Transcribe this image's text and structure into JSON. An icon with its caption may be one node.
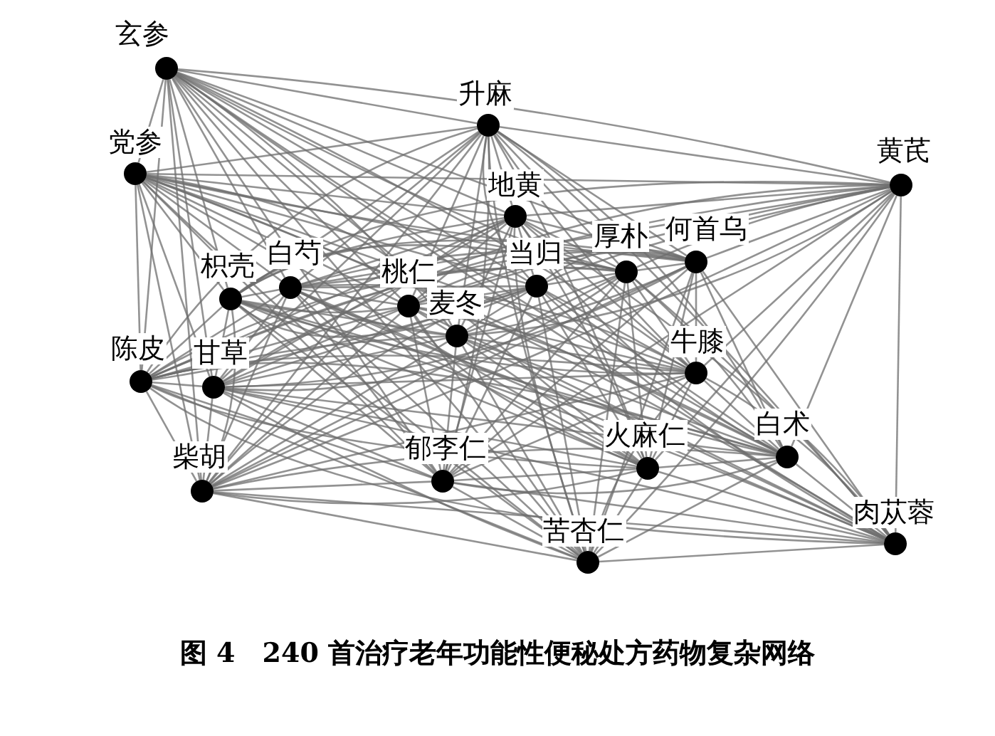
{
  "diagram": {
    "caption": "图 4　240 首治疗老年功能性便秘处方药物复杂网络",
    "nodes": [
      {
        "text": [],
        "shape": "circle",
        "beside": [
          "玄参"
        ]
      },
      {
        "text": [],
        "shape": "circle",
        "beside": [
          "升麻"
        ]
      },
      {
        "text": [],
        "shape": "circle",
        "beside": [
          "党参"
        ]
      },
      {
        "text": [],
        "shape": "circle",
        "beside": [
          "黄芪"
        ]
      },
      {
        "text": [],
        "shape": "circle",
        "beside": [
          "地黄"
        ]
      },
      {
        "text": [],
        "shape": "circle",
        "beside": [
          "厚朴"
        ]
      },
      {
        "text": [],
        "shape": "circle",
        "beside": [
          "何首乌"
        ]
      },
      {
        "text": [],
        "shape": "circle",
        "beside": [
          "枳壳"
        ]
      },
      {
        "text": [],
        "shape": "circle",
        "beside": [
          "白芍"
        ]
      },
      {
        "text": [],
        "shape": "circle",
        "beside": [
          "桃仁"
        ]
      },
      {
        "text": [],
        "shape": "circle",
        "beside": [
          "当归"
        ]
      },
      {
        "text": [],
        "shape": "circle",
        "beside": [
          "麦冬"
        ]
      },
      {
        "text": [],
        "shape": "circle",
        "beside": [
          "陈皮"
        ]
      },
      {
        "text": [],
        "shape": "circle",
        "beside": [
          "甘草"
        ]
      },
      {
        "text": [],
        "shape": "circle",
        "beside": [
          "牛膝"
        ]
      },
      {
        "text": [],
        "shape": "circle",
        "beside": [
          "柴胡"
        ]
      },
      {
        "text": [],
        "shape": "circle",
        "beside": [
          "郁李仁"
        ]
      },
      {
        "text": [],
        "shape": "circle",
        "beside": [
          "火麻仁"
        ]
      },
      {
        "text": [],
        "shape": "circle",
        "beside": [
          "白术"
        ]
      },
      {
        "text": [],
        "shape": "circle",
        "beside": [
          "肉苁蓉"
        ]
      },
      {
        "text": [],
        "shape": "circle",
        "beside": [
          "苦杏仁"
        ]
      }
    ],
    "edges": [
      {
        "from": 0,
        "to": 1,
        "arrow": "none"
      },
      {
        "from": 0,
        "to": 2,
        "arrow": "none"
      },
      {
        "from": 0,
        "to": 3,
        "arrow": "none"
      },
      {
        "from": 0,
        "to": 4,
        "arrow": "none"
      },
      {
        "from": 0,
        "to": 5,
        "arrow": "none"
      },
      {
        "from": 0,
        "to": 6,
        "arrow": "none"
      },
      {
        "from": 0,
        "to": 7,
        "arrow": "none"
      },
      {
        "from": 0,
        "to": 8,
        "arrow": "none"
      },
      {
        "from": 0,
        "to": 9,
        "arrow": "none"
      },
      {
        "from": 0,
        "to": 10,
        "arrow": "none"
      },
      {
        "from": 0,
        "to": 11,
        "arrow": "none"
      },
      {
        "from": 0,
        "to": 12,
        "arrow": "none"
      },
      {
        "from": 0,
        "to": 13,
        "arrow": "none"
      },
      {
        "from": 0,
        "to": 14,
        "arrow": "none"
      },
      {
        "from": 0,
        "to": 15,
        "arrow": "none"
      },
      {
        "from": 0,
        "to": 16,
        "arrow": "none"
      },
      {
        "from": 0,
        "to": 17,
        "arrow": "none"
      },
      {
        "from": 0,
        "to": 18,
        "arrow": "none"
      },
      {
        "from": 0,
        "to": 19,
        "arrow": "none"
      },
      {
        "from": 0,
        "to": 20,
        "arrow": "none"
      },
      {
        "from": 1,
        "to": 2,
        "arrow": "none"
      },
      {
        "from": 1,
        "to": 3,
        "arrow": "none"
      },
      {
        "from": 1,
        "to": 4,
        "arrow": "none"
      },
      {
        "from": 1,
        "to": 5,
        "arrow": "none"
      },
      {
        "from": 1,
        "to": 6,
        "arrow": "none"
      },
      {
        "from": 1,
        "to": 7,
        "arrow": "none"
      },
      {
        "from": 1,
        "to": 8,
        "arrow": "none"
      },
      {
        "from": 1,
        "to": 9,
        "arrow": "none"
      },
      {
        "from": 1,
        "to": 10,
        "arrow": "none"
      },
      {
        "from": 1,
        "to": 11,
        "arrow": "none"
      },
      {
        "from": 1,
        "to": 12,
        "arrow": "none"
      },
      {
        "from": 1,
        "to": 13,
        "arrow": "none"
      },
      {
        "from": 1,
        "to": 14,
        "arrow": "none"
      },
      {
        "from": 1,
        "to": 15,
        "arrow": "none"
      },
      {
        "from": 1,
        "to": 16,
        "arrow": "none"
      },
      {
        "from": 1,
        "to": 17,
        "arrow": "none"
      },
      {
        "from": 1,
        "to": 18,
        "arrow": "none"
      },
      {
        "from": 1,
        "to": 19,
        "arrow": "none"
      },
      {
        "from": 1,
        "to": 20,
        "arrow": "none"
      },
      {
        "from": 2,
        "to": 3,
        "arrow": "none"
      },
      {
        "from": 2,
        "to": 4,
        "arrow": "none"
      },
      {
        "from": 2,
        "to": 5,
        "arrow": "none"
      },
      {
        "from": 2,
        "to": 6,
        "arrow": "none"
      },
      {
        "from": 2,
        "to": 7,
        "arrow": "none"
      },
      {
        "from": 2,
        "to": 8,
        "arrow": "none"
      },
      {
        "from": 2,
        "to": 9,
        "arrow": "none"
      },
      {
        "from": 2,
        "to": 10,
        "arrow": "none"
      },
      {
        "from": 2,
        "to": 11,
        "arrow": "none"
      },
      {
        "from": 2,
        "to": 12,
        "arrow": "none"
      },
      {
        "from": 2,
        "to": 13,
        "arrow": "none"
      },
      {
        "from": 2,
        "to": 14,
        "arrow": "none"
      },
      {
        "from": 2,
        "to": 15,
        "arrow": "none"
      },
      {
        "from": 2,
        "to": 16,
        "arrow": "none"
      },
      {
        "from": 2,
        "to": 17,
        "arrow": "none"
      },
      {
        "from": 2,
        "to": 18,
        "arrow": "none"
      },
      {
        "from": 2,
        "to": 19,
        "arrow": "none"
      },
      {
        "from": 2,
        "to": 20,
        "arrow": "none"
      },
      {
        "from": 3,
        "to": 4,
        "arrow": "none"
      },
      {
        "from": 3,
        "to": 5,
        "arrow": "none"
      },
      {
        "from": 3,
        "to": 6,
        "arrow": "none"
      },
      {
        "from": 3,
        "to": 7,
        "arrow": "none"
      },
      {
        "from": 3,
        "to": 8,
        "arrow": "none"
      },
      {
        "from": 3,
        "to": 9,
        "arrow": "none"
      },
      {
        "from": 3,
        "to": 10,
        "arrow": "none"
      },
      {
        "from": 3,
        "to": 11,
        "arrow": "none"
      },
      {
        "from": 3,
        "to": 12,
        "arrow": "none"
      },
      {
        "from": 3,
        "to": 13,
        "arrow": "none"
      },
      {
        "from": 3,
        "to": 14,
        "arrow": "none"
      },
      {
        "from": 3,
        "to": 15,
        "arrow": "none"
      },
      {
        "from": 3,
        "to": 16,
        "arrow": "none"
      },
      {
        "from": 3,
        "to": 17,
        "arrow": "none"
      },
      {
        "from": 3,
        "to": 18,
        "arrow": "none"
      },
      {
        "from": 3,
        "to": 19,
        "arrow": "none"
      },
      {
        "from": 3,
        "to": 20,
        "arrow": "none"
      },
      {
        "from": 4,
        "to": 5,
        "arrow": "none"
      },
      {
        "from": 4,
        "to": 6,
        "arrow": "none"
      },
      {
        "from": 4,
        "to": 7,
        "arrow": "none"
      },
      {
        "from": 4,
        "to": 8,
        "arrow": "none"
      },
      {
        "from": 4,
        "to": 9,
        "arrow": "none"
      },
      {
        "from": 4,
        "to": 10,
        "arrow": "none"
      },
      {
        "from": 4,
        "to": 11,
        "arrow": "none"
      },
      {
        "from": 4,
        "to": 12,
        "arrow": "none"
      },
      {
        "from": 4,
        "to": 13,
        "arrow": "none"
      },
      {
        "from": 4,
        "to": 14,
        "arrow": "none"
      },
      {
        "from": 4,
        "to": 15,
        "arrow": "none"
      },
      {
        "from": 4,
        "to": 16,
        "arrow": "none"
      },
      {
        "from": 4,
        "to": 17,
        "arrow": "none"
      },
      {
        "from": 4,
        "to": 18,
        "arrow": "none"
      },
      {
        "from": 4,
        "to": 19,
        "arrow": "none"
      },
      {
        "from": 4,
        "to": 20,
        "arrow": "none"
      },
      {
        "from": 5,
        "to": 6,
        "arrow": "none"
      },
      {
        "from": 5,
        "to": 7,
        "arrow": "none"
      },
      {
        "from": 5,
        "to": 8,
        "arrow": "none"
      },
      {
        "from": 5,
        "to": 9,
        "arrow": "none"
      },
      {
        "from": 5,
        "to": 10,
        "arrow": "none"
      },
      {
        "from": 5,
        "to": 11,
        "arrow": "none"
      },
      {
        "from": 5,
        "to": 12,
        "arrow": "none"
      },
      {
        "from": 5,
        "to": 13,
        "arrow": "none"
      },
      {
        "from": 5,
        "to": 14,
        "arrow": "none"
      },
      {
        "from": 5,
        "to": 15,
        "arrow": "none"
      },
      {
        "from": 5,
        "to": 16,
        "arrow": "none"
      },
      {
        "from": 5,
        "to": 17,
        "arrow": "none"
      },
      {
        "from": 5,
        "to": 18,
        "arrow": "none"
      },
      {
        "from": 5,
        "to": 19,
        "arrow": "none"
      },
      {
        "from": 5,
        "to": 20,
        "arrow": "none"
      },
      {
        "from": 6,
        "to": 7,
        "arrow": "none"
      },
      {
        "from": 6,
        "to": 8,
        "arrow": "none"
      },
      {
        "from": 6,
        "to": 9,
        "arrow": "none"
      },
      {
        "from": 6,
        "to": 10,
        "arrow": "none"
      },
      {
        "from": 6,
        "to": 11,
        "arrow": "none"
      },
      {
        "from": 6,
        "to": 12,
        "arrow": "none"
      },
      {
        "from": 6,
        "to": 13,
        "arrow": "none"
      },
      {
        "from": 6,
        "to": 14,
        "arrow": "none"
      },
      {
        "from": 6,
        "to": 15,
        "arrow": "none"
      },
      {
        "from": 6,
        "to": 16,
        "arrow": "none"
      },
      {
        "from": 6,
        "to": 17,
        "arrow": "none"
      },
      {
        "from": 6,
        "to": 18,
        "arrow": "none"
      },
      {
        "from": 6,
        "to": 19,
        "arrow": "none"
      },
      {
        "from": 6,
        "to": 20,
        "arrow": "none"
      },
      {
        "from": 7,
        "to": 8,
        "arrow": "none"
      },
      {
        "from": 7,
        "to": 9,
        "arrow": "none"
      },
      {
        "from": 7,
        "to": 10,
        "arrow": "none"
      },
      {
        "from": 7,
        "to": 11,
        "arrow": "none"
      },
      {
        "from": 7,
        "to": 12,
        "arrow": "none"
      },
      {
        "from": 7,
        "to": 13,
        "arrow": "none"
      },
      {
        "from": 7,
        "to": 14,
        "arrow": "none"
      },
      {
        "from": 7,
        "to": 15,
        "arrow": "none"
      },
      {
        "from": 7,
        "to": 16,
        "arrow": "none"
      },
      {
        "from": 7,
        "to": 17,
        "arrow": "none"
      },
      {
        "from": 7,
        "to": 18,
        "arrow": "none"
      },
      {
        "from": 7,
        "to": 19,
        "arrow": "none"
      },
      {
        "from": 7,
        "to": 20,
        "arrow": "none"
      },
      {
        "from": 8,
        "to": 9,
        "arrow": "none"
      },
      {
        "from": 8,
        "to": 10,
        "arrow": "none"
      },
      {
        "from": 8,
        "to": 11,
        "arrow": "none"
      },
      {
        "from": 8,
        "to": 12,
        "arrow": "none"
      },
      {
        "from": 8,
        "to": 13,
        "arrow": "none"
      },
      {
        "from": 8,
        "to": 14,
        "arrow": "none"
      },
      {
        "from": 8,
        "to": 15,
        "arrow": "none"
      },
      {
        "from": 8,
        "to": 16,
        "arrow": "none"
      },
      {
        "from": 8,
        "to": 17,
        "arrow": "none"
      },
      {
        "from": 8,
        "to": 18,
        "arrow": "none"
      },
      {
        "from": 8,
        "to": 19,
        "arrow": "none"
      },
      {
        "from": 8,
        "to": 20,
        "arrow": "none"
      },
      {
        "from": 9,
        "to": 10,
        "arrow": "none"
      },
      {
        "from": 9,
        "to": 11,
        "arrow": "none"
      },
      {
        "from": 9,
        "to": 12,
        "arrow": "none"
      },
      {
        "from": 9,
        "to": 13,
        "arrow": "none"
      },
      {
        "from": 9,
        "to": 14,
        "arrow": "none"
      },
      {
        "from": 9,
        "to": 15,
        "arrow": "none"
      },
      {
        "from": 9,
        "to": 16,
        "arrow": "none"
      },
      {
        "from": 9,
        "to": 17,
        "arrow": "none"
      },
      {
        "from": 9,
        "to": 18,
        "arrow": "none"
      },
      {
        "from": 9,
        "to": 19,
        "arrow": "none"
      },
      {
        "from": 9,
        "to": 20,
        "arrow": "none"
      },
      {
        "from": 10,
        "to": 11,
        "arrow": "none"
      },
      {
        "from": 10,
        "to": 12,
        "arrow": "none"
      },
      {
        "from": 10,
        "to": 13,
        "arrow": "none"
      },
      {
        "from": 10,
        "to": 14,
        "arrow": "none"
      },
      {
        "from": 10,
        "to": 15,
        "arrow": "none"
      },
      {
        "from": 10,
        "to": 16,
        "arrow": "none"
      },
      {
        "from": 10,
        "to": 17,
        "arrow": "none"
      },
      {
        "from": 10,
        "to": 18,
        "arrow": "none"
      },
      {
        "from": 10,
        "to": 19,
        "arrow": "none"
      },
      {
        "from": 10,
        "to": 20,
        "arrow": "none"
      },
      {
        "from": 11,
        "to": 12,
        "arrow": "none"
      },
      {
        "from": 11,
        "to": 13,
        "arrow": "none"
      },
      {
        "from": 11,
        "to": 14,
        "arrow": "none"
      },
      {
        "from": 11,
        "to": 15,
        "arrow": "none"
      },
      {
        "from": 11,
        "to": 16,
        "arrow": "none"
      },
      {
        "from": 11,
        "to": 17,
        "arrow": "none"
      },
      {
        "from": 11,
        "to": 18,
        "arrow": "none"
      },
      {
        "from": 11,
        "to": 19,
        "arrow": "none"
      },
      {
        "from": 11,
        "to": 20,
        "arrow": "none"
      },
      {
        "from": 12,
        "to": 13,
        "arrow": "none"
      },
      {
        "from": 12,
        "to": 14,
        "arrow": "none"
      },
      {
        "from": 12,
        "to": 15,
        "arrow": "none"
      },
      {
        "from": 12,
        "to": 16,
        "arrow": "none"
      },
      {
        "from": 12,
        "to": 17,
        "arrow": "none"
      },
      {
        "from": 12,
        "to": 18,
        "arrow": "none"
      },
      {
        "from": 12,
        "to": 19,
        "arrow": "none"
      },
      {
        "from": 12,
        "to": 20,
        "arrow": "none"
      },
      {
        "from": 13,
        "to": 14,
        "arrow": "none"
      },
      {
        "from": 13,
        "to": 15,
        "arrow": "none"
      },
      {
        "from": 13,
        "to": 16,
        "arrow": "none"
      },
      {
        "from": 13,
        "to": 17,
        "arrow": "none"
      },
      {
        "from": 13,
        "to": 18,
        "arrow": "none"
      },
      {
        "from": 13,
        "to": 19,
        "arrow": "none"
      },
      {
        "from": 13,
        "to": 20,
        "arrow": "none"
      },
      {
        "from": 14,
        "to": 15,
        "arrow": "none"
      },
      {
        "from": 14,
        "to": 16,
        "arrow": "none"
      },
      {
        "from": 14,
        "to": 17,
        "arrow": "none"
      },
      {
        "from": 14,
        "to": 18,
        "arrow": "none"
      },
      {
        "from": 14,
        "to": 19,
        "arrow": "none"
      },
      {
        "from": 14,
        "to": 20,
        "arrow": "none"
      },
      {
        "from": 15,
        "to": 16,
        "arrow": "none"
      },
      {
        "from": 15,
        "to": 17,
        "arrow": "none"
      },
      {
        "from": 15,
        "to": 18,
        "arrow": "none"
      },
      {
        "from": 15,
        "to": 19,
        "arrow": "none"
      },
      {
        "from": 15,
        "to": 20,
        "arrow": "none"
      },
      {
        "from": 16,
        "to": 17,
        "arrow": "none"
      },
      {
        "from": 16,
        "to": 18,
        "arrow": "none"
      },
      {
        "from": 16,
        "to": 19,
        "arrow": "none"
      },
      {
        "from": 16,
        "to": 20,
        "arrow": "none"
      },
      {
        "from": 17,
        "to": 18,
        "arrow": "none"
      },
      {
        "from": 17,
        "to": 19,
        "arrow": "none"
      },
      {
        "from": 17,
        "to": 20,
        "arrow": "none"
      },
      {
        "from": 18,
        "to": 19,
        "arrow": "none"
      },
      {
        "from": 18,
        "to": 20,
        "arrow": "none"
      },
      {
        "from": 19,
        "to": 20,
        "arrow": "none"
      }
    ]
  }
}
